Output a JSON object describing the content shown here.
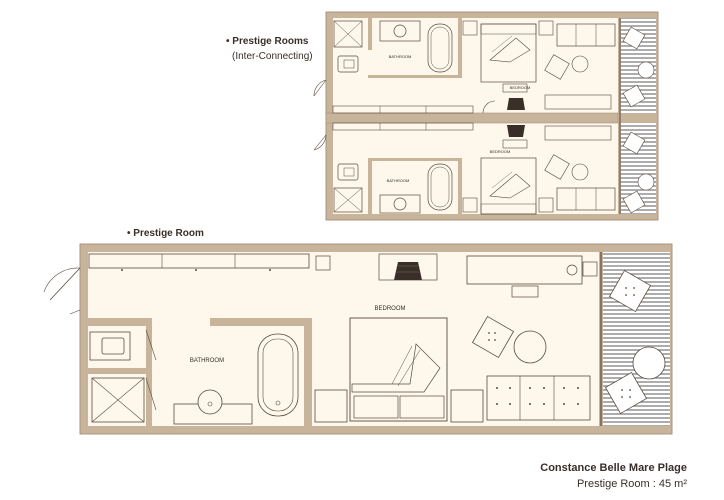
{
  "colors": {
    "wall": "#c7b49b",
    "wall_stroke": "#a8957c",
    "floor": "#fdf7ec",
    "line": "#5a4a3c",
    "terrace": "#8a8a8a",
    "text": "#3a2f28"
  },
  "sections": {
    "connecting": {
      "title": "• Prestige Rooms",
      "subtitle": "(Inter-Connecting)",
      "room_labels": [
        "BATHROOM",
        "BEDROOM",
        "BEDROOM",
        "BATHROOM"
      ]
    },
    "single": {
      "title": "• Prestige Room",
      "bathroom_label": "BATHROOM",
      "bedroom_label": "BEDROOM"
    }
  },
  "caption": {
    "title": "Constance Belle Mare Plage",
    "subtitle": "Prestige Room : 45 m²"
  }
}
